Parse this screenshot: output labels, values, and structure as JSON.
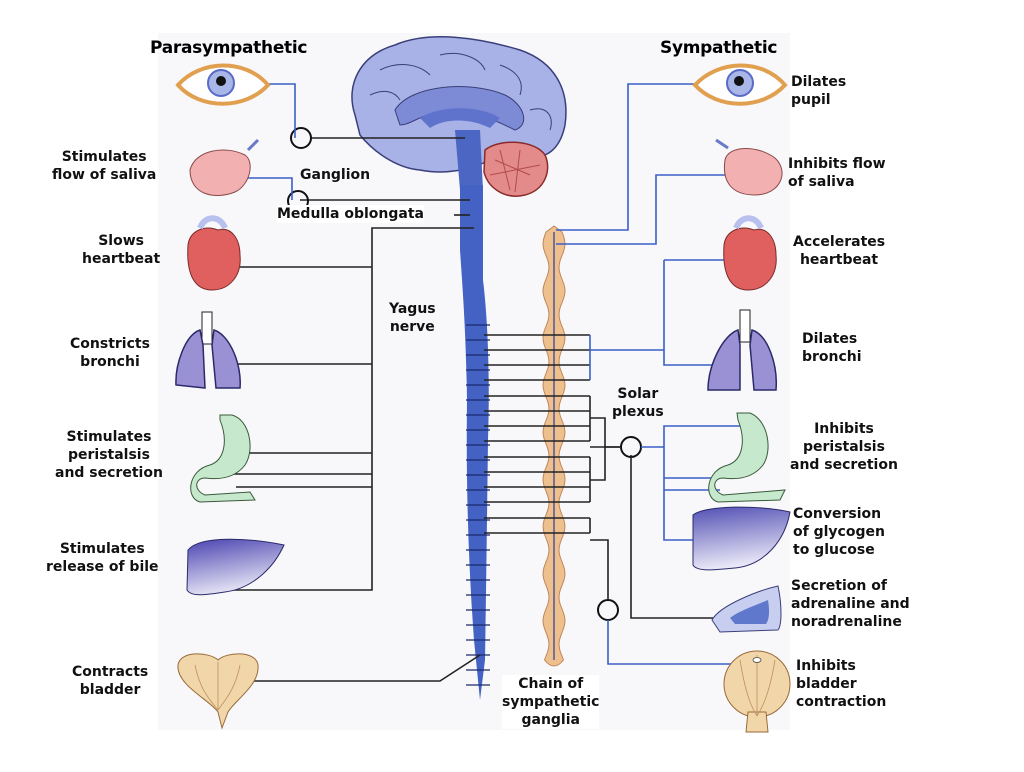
{
  "titles": {
    "left": "Parasympathetic",
    "right": "Sympathetic"
  },
  "center_labels": {
    "ganglion": "Ganglion",
    "medulla": "Medulla oblongata",
    "vagus": "Yagus\nnerve",
    "solar_plexus": "Solar\nplexus",
    "chain": "Chain of\nsympathetic\nganglia"
  },
  "parasympathetic": [
    {
      "organ": "eye",
      "effect": ""
    },
    {
      "organ": "salivary-gland",
      "effect": "Stimulates\nflow of saliva"
    },
    {
      "organ": "heart",
      "effect": "Slows\nheartbeat"
    },
    {
      "organ": "lungs",
      "effect": "Constricts\nbronchi"
    },
    {
      "organ": "stomach",
      "effect": "Stimulates\nperistalsis\nand secretion"
    },
    {
      "organ": "liver",
      "effect": "Stimulates\nrelease of bile"
    },
    {
      "organ": "bladder",
      "effect": "Contracts\nbladder"
    }
  ],
  "sympathetic": [
    {
      "organ": "eye",
      "effect": "Dilates\npupil"
    },
    {
      "organ": "salivary-gland",
      "effect": "Inhibits flow\nof saliva"
    },
    {
      "organ": "heart",
      "effect": "Accelerates\nheartbeat"
    },
    {
      "organ": "lungs",
      "effect": "Dilates\nbronchi"
    },
    {
      "organ": "stomach",
      "effect": "Inhibits\nperistalsis\nand secretion"
    },
    {
      "organ": "liver",
      "effect": "Conversion\nof glycogen\nto glucose"
    },
    {
      "organ": "adrenal-gland",
      "effect": "Secretion of\nadrenaline and\nnoradrenaline"
    },
    {
      "organ": "bladder",
      "effect": "Inhibits\nbladder\ncontraction"
    }
  ],
  "colors": {
    "parasympathetic_nerve": "#222222",
    "sympathetic_nerve": "#3a5fc8",
    "spinal_cord": "#4160c0",
    "brain": "#a8b2e6",
    "cerebellum": "#e38a8a",
    "ganglia_chain": "#eec08e",
    "heart": "#e06060",
    "lungs": "#9a90d4",
    "stomach": "#c6e8cc",
    "liver": "#5a58b8",
    "bladder": "#f0d6a8",
    "gland": "#f2b0b0"
  }
}
